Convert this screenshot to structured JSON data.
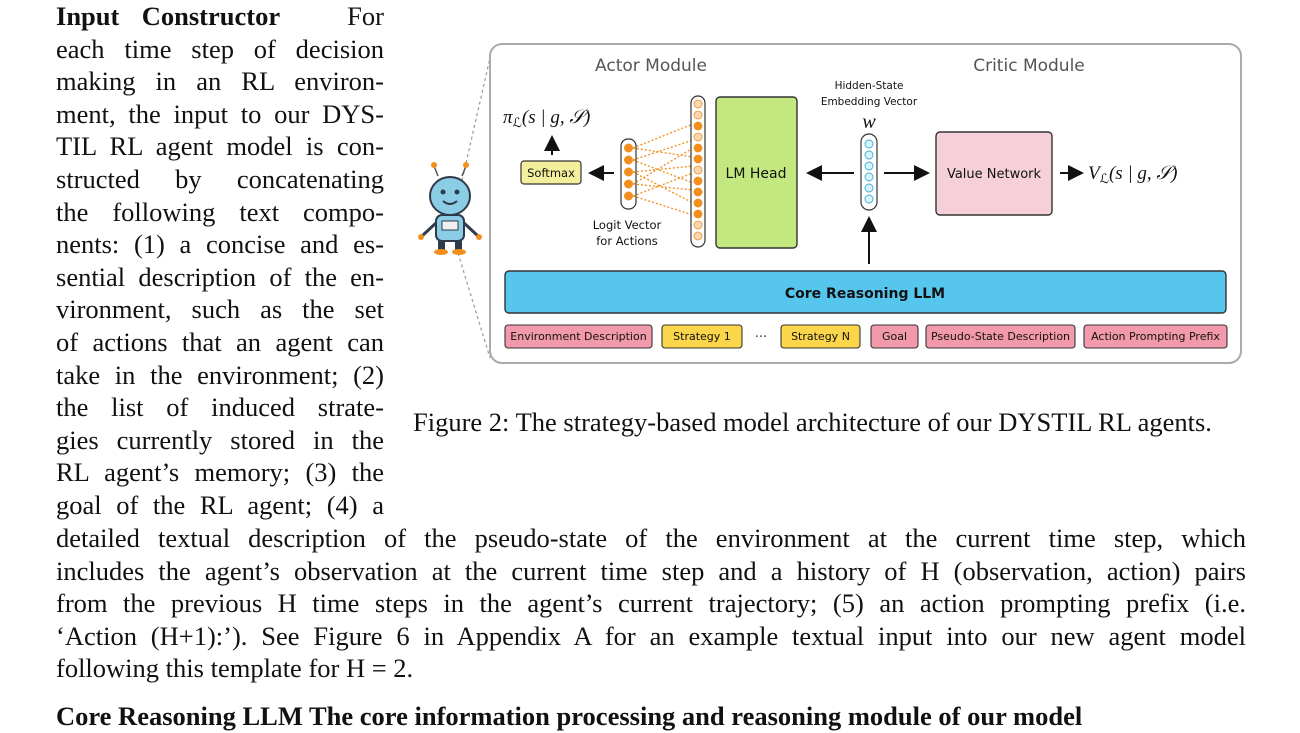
{
  "left_paragraph": {
    "heading": "Input Constructor",
    "lines": [
      "For",
      "each time step of decision",
      "making in an RL environ-",
      "ment, the input to our DYS-",
      "TIL RL agent model is con-",
      "structed by concatenating",
      "the following text compo-",
      "nents: (1) a concise and es-",
      "sential description of the en-",
      "vironment, such as the set",
      "of actions that an agent can",
      "take in the environment; (2)",
      "the list of induced strate-",
      "gies currently stored in the",
      "RL agent’s memory; (3) the",
      "goal of the RL agent; (4) a"
    ]
  },
  "full_paragraph": {
    "lines": [
      "detailed textual description of the pseudo-state of the environment at the current time step, which",
      "includes the agent’s observation at the current time step and a history of H (observation, action) pairs",
      "from the previous H time steps in the agent’s current trajectory; (5) an action prompting prefix (i.e.",
      "‘Action (H+1):’). See Figure 6 in Appendix A for an example textual input into our new agent model",
      "following this template for H = 2."
    ]
  },
  "next_paragraph_cut": "Core Reasoning LLM    The core information processing and reasoning module of our model",
  "caption": "Figure 2: The strategy-based model architecture of our DYSTIL RL agents.",
  "figure": {
    "actor_label": "Actor Module",
    "critic_label": "Critic Module",
    "hidden_state_label_1": "Hidden-State",
    "hidden_state_label_2": "Embedding Vector",
    "w_label": "w",
    "policy_label": "π",
    "policy_sub": "ℒ",
    "policy_args": "(s | g, 𝒮)",
    "value_label": "V",
    "value_sub": "ℒ",
    "value_args": "(s | g, 𝒮)",
    "softmax": "Softmax",
    "lm_head": "LM Head",
    "value_network": "Value Network",
    "logit_label_1": "Logit Vector",
    "logit_label_2": "for Actions",
    "core_llm": "Core Reasoning LLM",
    "ellipsis": "···",
    "inputs": [
      "Environment Description",
      "Strategy 1",
      "Strategy N",
      "Goal",
      "Pseudo-State Description",
      "Action Prompting Prefix"
    ],
    "colors": {
      "pink": "#f29aac",
      "yellow": "#fbd54a",
      "blue": "#57c6ef",
      "green": "#c3e87f",
      "value_pink": "#f6d0d8",
      "softmax": "#f4ef9c",
      "orange": "#f28f1c"
    }
  }
}
